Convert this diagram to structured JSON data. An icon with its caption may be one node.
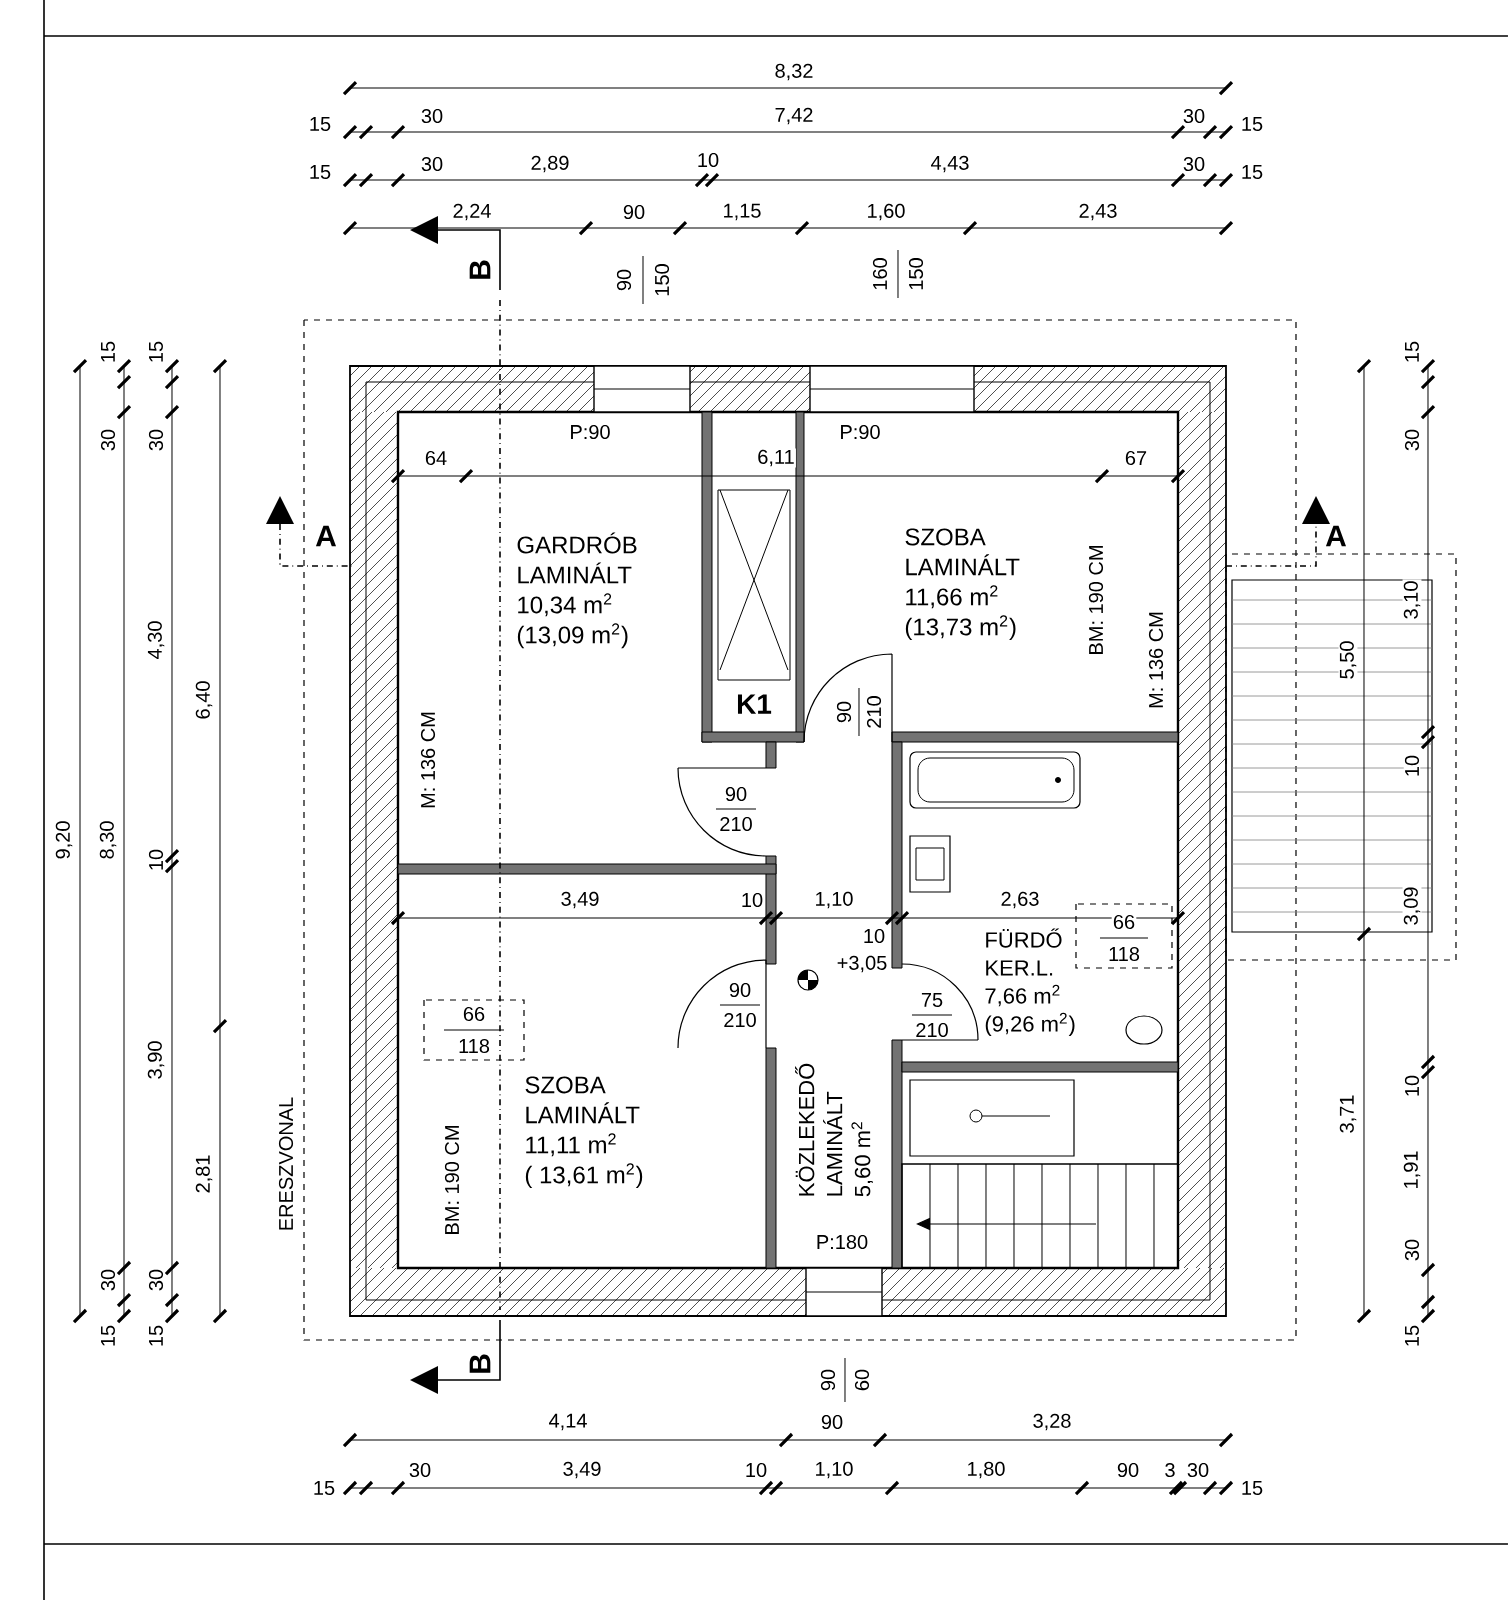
{
  "diagram": {
    "nodes": [
      {
        "text": [
          "GARDRÓB",
          "LAMINÁLT",
          "10,34 m$^{2}$",
          "(13,09 m$^{2}$)"
        ]
      },
      {
        "text": [
          "K1"
        ]
      },
      {
        "text": [
          "SZOBA",
          "LAMINÁLT",
          "11,66 m$^{2}$",
          "(13,73 m$^{2}$)"
        ]
      },
      {
        "text": [
          "FÜRDŐ",
          "KER.L.",
          "7,66 m$^{2}$",
          "(9,26 m$^{2}$)"
        ]
      },
      {
        "text": [
          "KÖZLEKEDŐ",
          "LAMINÁLT",
          "5,60 m$^{2}$"
        ]
      },
      {
        "text": [
          "SZOBA",
          "LAMINÁLT",
          "11,11 m$^{2}$",
          "( 13,61 m$^{2}$)"
        ]
      }
    ],
    "labels": [
      "8,32",
      "15",
      "30",
      "7,42",
      "30",
      "15",
      "15",
      "30",
      "2,89",
      "10",
      "4,43",
      "30",
      "15",
      "2,24",
      "90",
      "1,15",
      "1,60",
      "2,43",
      "B",
      "90",
      "150",
      "160",
      "150",
      "15",
      "15",
      "15",
      "30",
      "30",
      "30",
      "P:90",
      "P:90",
      "64",
      "6,11",
      "67",
      "A",
      "A",
      "BM: 190 CM",
      "3,10",
      "4,30",
      "M: 136 CM",
      "5,50",
      "6,40",
      "90",
      "210",
      "M: 136 CM",
      "10",
      "90",
      "210",
      "9,20",
      "8,30",
      "10",
      "3,49",
      "10",
      "1,10",
      "2,63",
      "3,09",
      "66",
      "10",
      "118",
      "+3,05",
      "90",
      "75",
      "210",
      "210",
      "66",
      "118",
      "3,90",
      "10",
      "3,71",
      "1,91",
      "ERESZVONAL",
      "2,81",
      "BM: 190 CM",
      "30",
      "30",
      "30",
      "P:180",
      "15",
      "15",
      "15",
      "B",
      "90",
      "60",
      "4,14",
      "90",
      "3,28",
      "15",
      "30",
      "3,49",
      "10",
      "1,10",
      "1,80",
      "90",
      "3",
      "30",
      "15"
    ]
  }
}
